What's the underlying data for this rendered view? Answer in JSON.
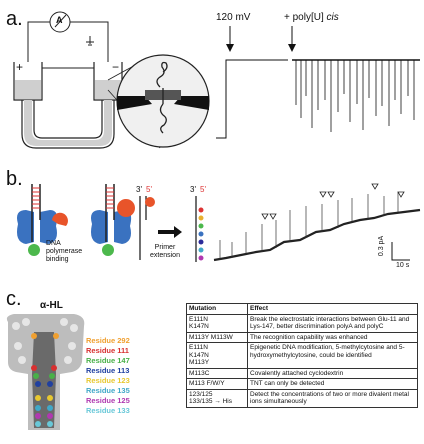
{
  "panels": {
    "a": {
      "letter": "a.",
      "ammeter_label": "A",
      "plus_sign": "+",
      "minus_sign": "−",
      "annotation_voltage": "120 mV",
      "annotation_poly": "+ poly[U] ",
      "annotation_poly_cis": "cis"
    },
    "b": {
      "letter": "b.",
      "label_dna_binding": "DNA\npolymerase\nbinding",
      "label_primer_ext": "Primer\nextension",
      "label_3prime_1": "3'",
      "label_5prime_1": "5'",
      "label_3prime_2": "3'",
      "label_5prime_2": "5'",
      "scale_pa": "0.3 pA",
      "scale_time": "10 s"
    },
    "c": {
      "letter": "c.",
      "protein_title": "α-HL",
      "residues": [
        {
          "label": "Residue 292",
          "color": "#f0a030"
        },
        {
          "label": "Residue 111",
          "color": "#d83030"
        },
        {
          "label": "Residue 147",
          "color": "#48b048"
        },
        {
          "label": "Residue 113",
          "color": "#2040a0"
        },
        {
          "label": "Residue 123",
          "color": "#e8c830"
        },
        {
          "label": "Residue 135",
          "color": "#40a8c8"
        },
        {
          "label": "Residue 125",
          "color": "#b038b0"
        },
        {
          "label": "Residue 133",
          "color": "#68c8d8"
        }
      ],
      "table": {
        "headers": [
          "Mutation",
          "Effect"
        ],
        "rows": [
          [
            "E111N\nK147N",
            "Break the electrostatic interactions between Glu-11 and Lys-147, better discrimination polyA and polyC"
          ],
          [
            "M113Y M113W",
            "The recognition capability was enhanced"
          ],
          [
            "E111N\nK147N\nM113Y",
            "Epigenetic DNA modification, 5-methylcytosine and 5-hydroxymethylcytosine, could be identified"
          ],
          [
            "M113C",
            "Covalently attached cyclodextrin"
          ],
          [
            "M113 F/W/Y",
            "TNT can only be detected"
          ],
          [
            "123/125\n133/135 → His",
            "Detect the concentrations of two or more divalent metal ions simultaneously"
          ]
        ]
      }
    }
  }
}
